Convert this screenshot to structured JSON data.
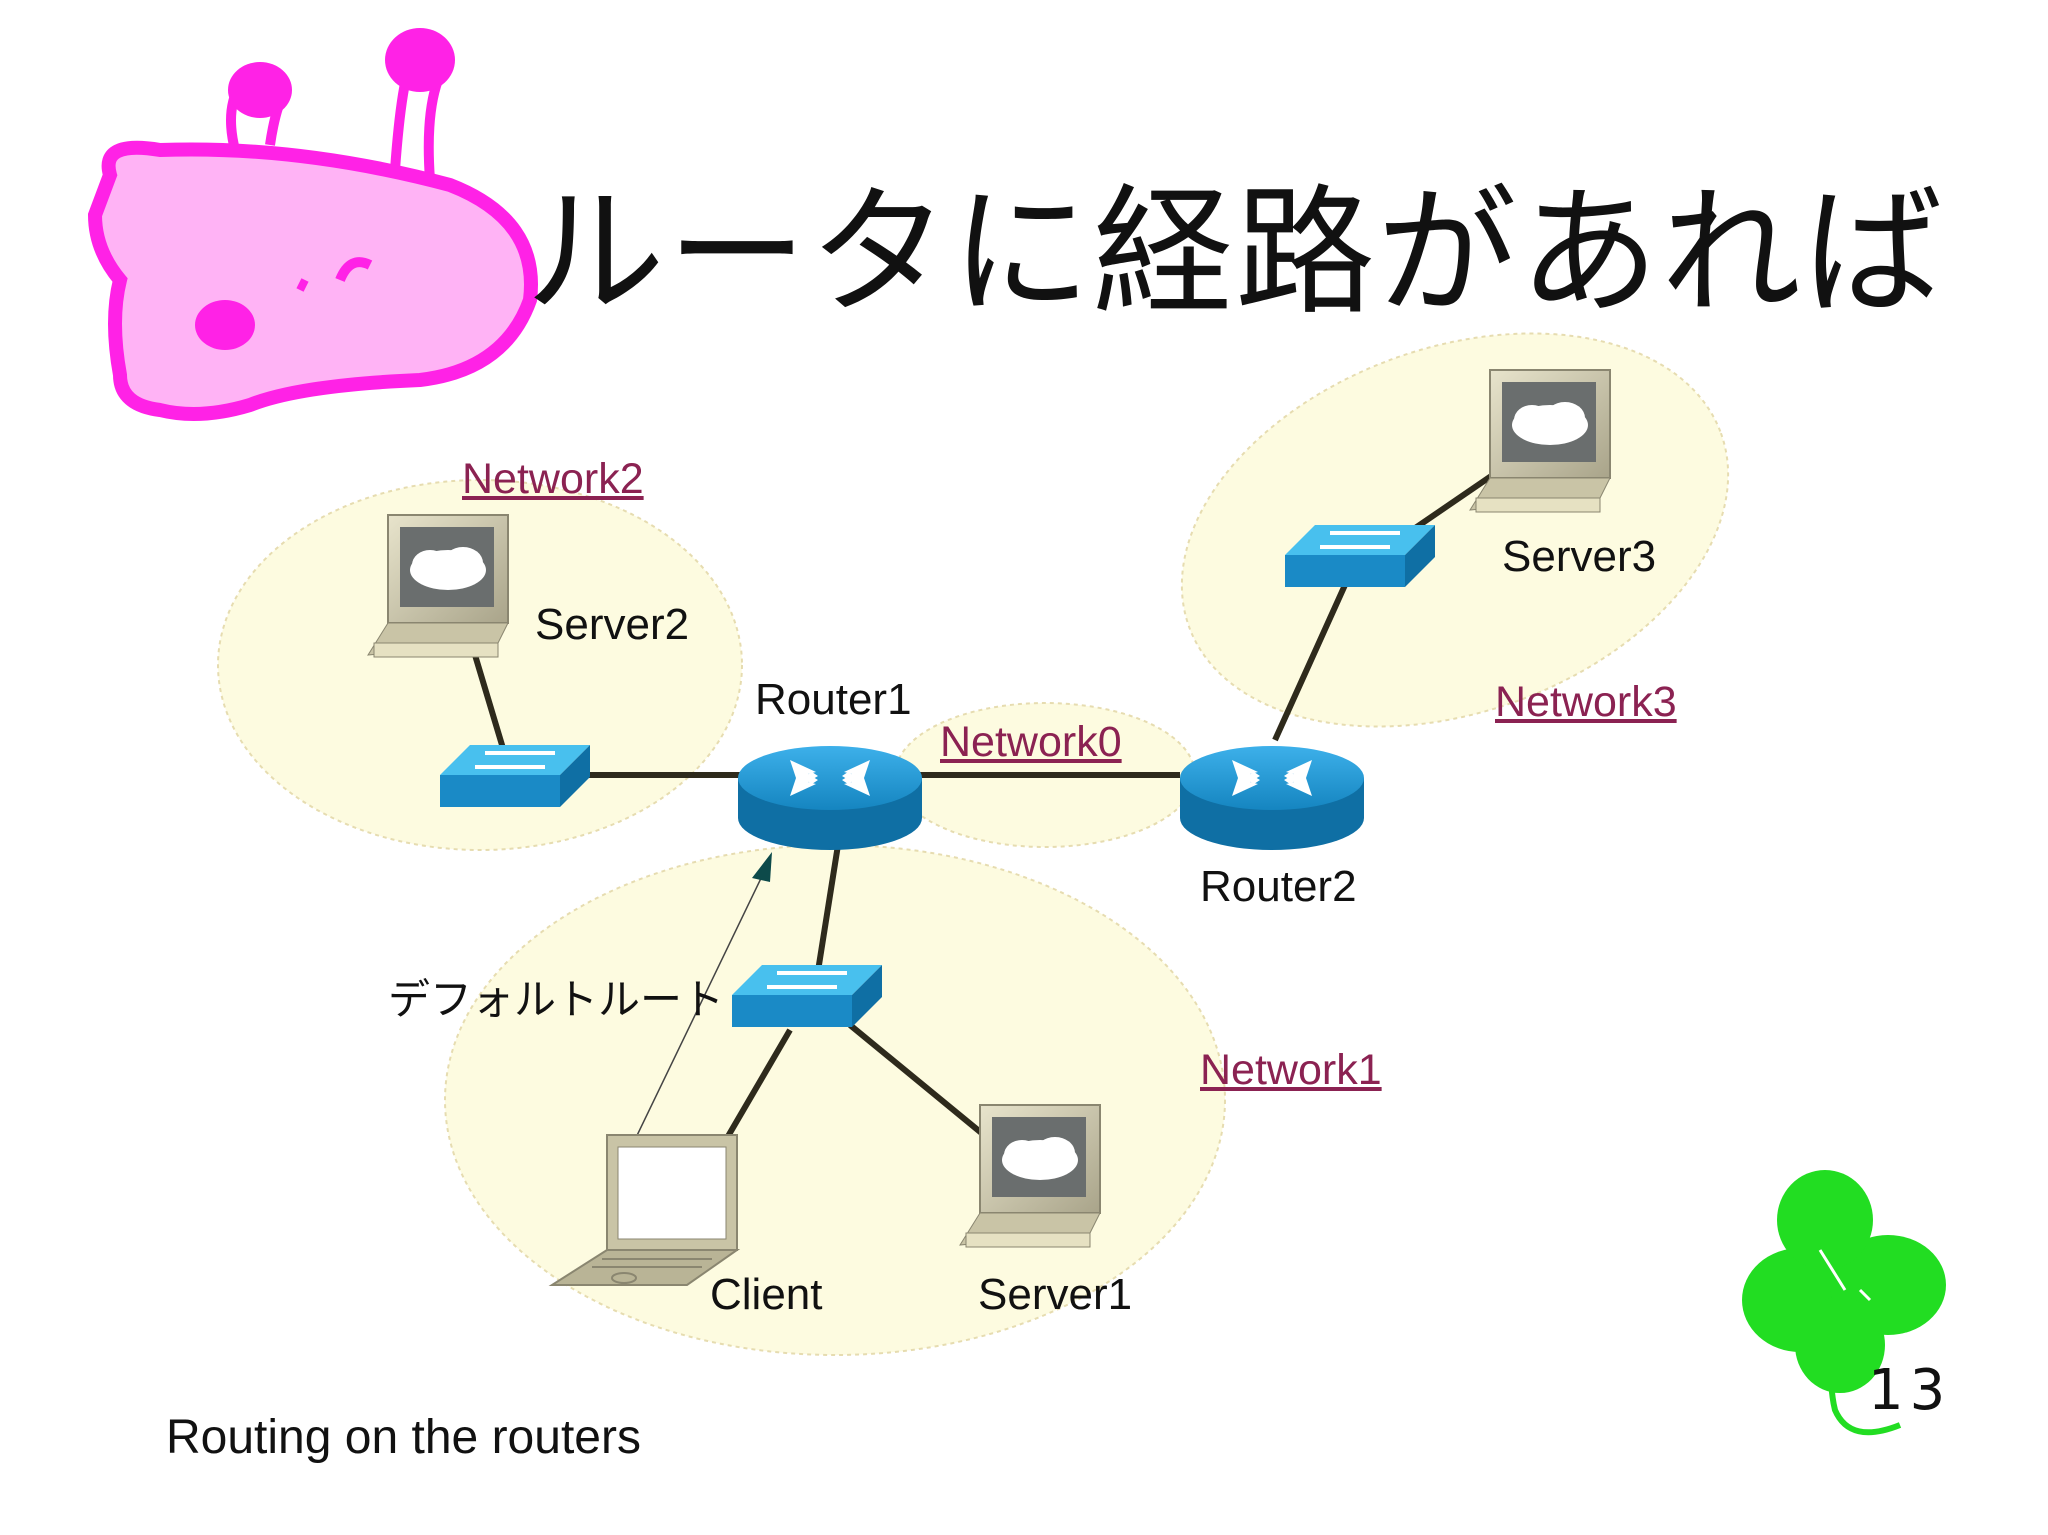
{
  "slide": {
    "title": "ルータに経路があれば",
    "caption": "Routing on the routers",
    "page_number": "13"
  },
  "networks": {
    "network0": "Network0",
    "network1": "Network1",
    "network2": "Network2",
    "network3": "Network3"
  },
  "devices": {
    "router1": "Router1",
    "router2": "Router2",
    "server1": "Server1",
    "server2": "Server2",
    "server3": "Server3",
    "client": "Client"
  },
  "annotation": {
    "default_route": "デフォルトルート"
  },
  "colors": {
    "zone_fill": "#fdfbe0",
    "zone_stroke": "#e6dcb0",
    "link": "#2e2a1c",
    "router": "#1a8ac6",
    "switch": "#1c9ad6",
    "link_text": "#8b2252",
    "giraffe": "#ff22e6",
    "clover": "#22dd22"
  }
}
